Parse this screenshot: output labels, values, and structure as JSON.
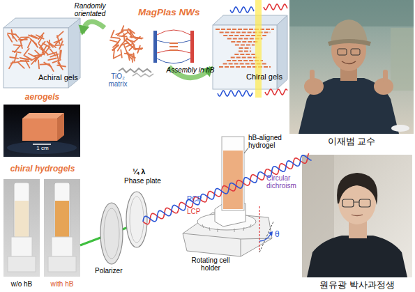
{
  "diagram": {
    "nodes": [
      {
        "text": [
          "Achiral gels"
        ]
      },
      {
        "text": [
          "MagPlas NWs"
        ]
      },
      {
        "text": [
          "Chiral gels"
        ]
      },
      {
        "text": [
          "이재범 교수"
        ]
      },
      {
        "text": [
          "aerogels",
          "1 cm"
        ]
      },
      {
        "text": [
          "chiral hydrogels"
        ]
      },
      {
        "text": [
          "w/o hB"
        ],
        "in": 5
      },
      {
        "text": [
          "with hB"
        ],
        "in": 5
      },
      {
        "text": [
          "원유광 박사과정생"
        ]
      }
    ],
    "edges": [
      {
        "from": 1,
        "to": 0,
        "arrow": "to",
        "label": "Randomly orientated"
      },
      {
        "from": 1,
        "to": 2,
        "arrow": "to",
        "label": "Assembly in hB"
      }
    ],
    "labels": [
      "TiO₂ matrix",
      "¼ λ",
      "Phase plate",
      "Polarizer",
      "RCP",
      "LCP",
      "Rotating cell holder",
      "hB-aligned hydrogel",
      "Circular dichroism",
      "θ"
    ]
  }
}
